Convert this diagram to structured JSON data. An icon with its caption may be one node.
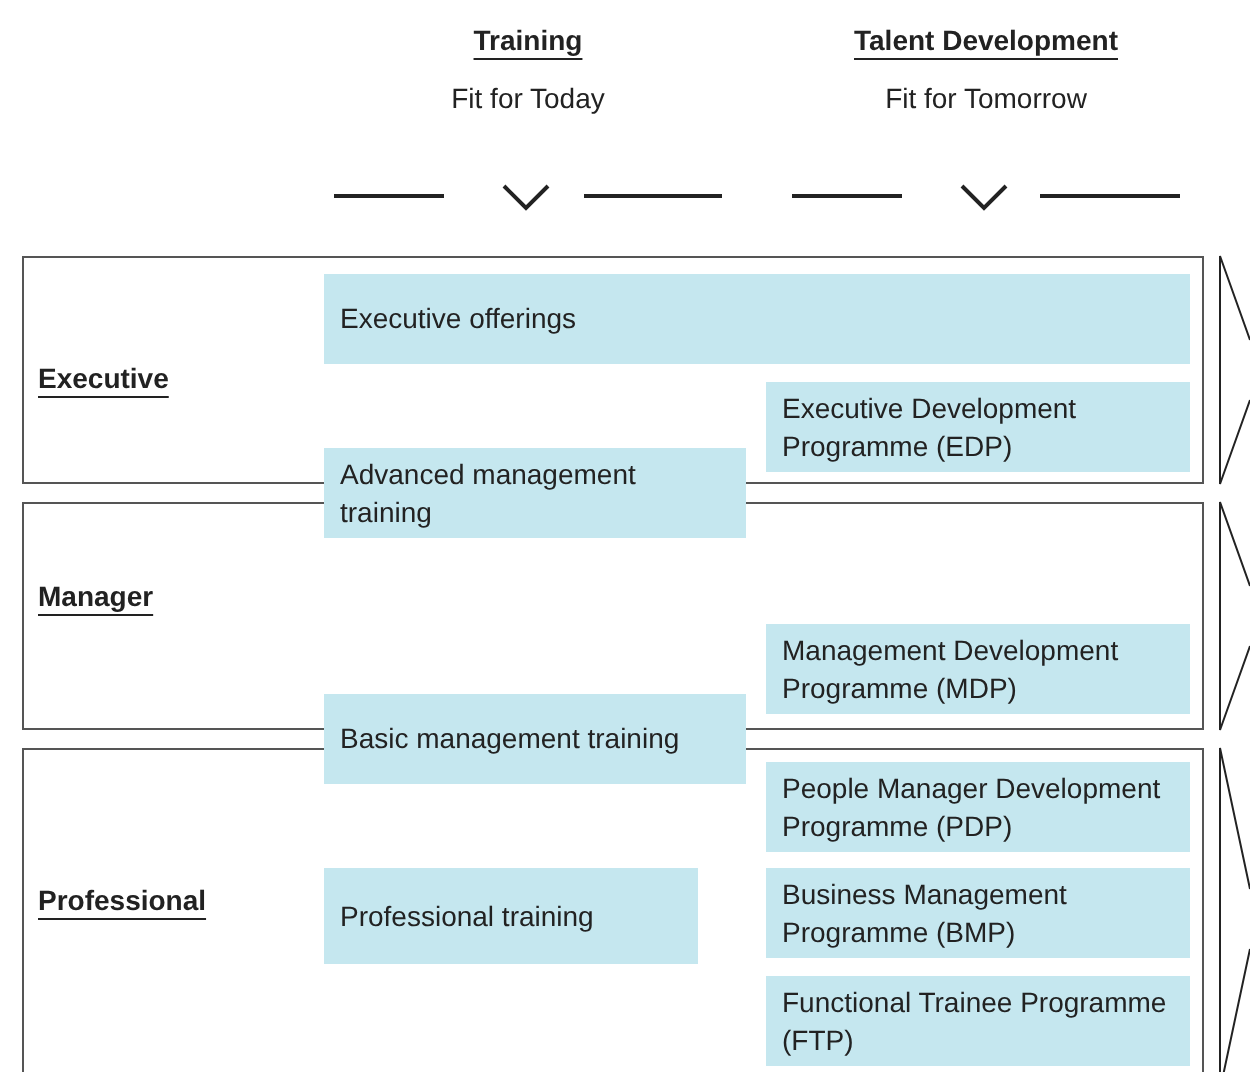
{
  "diagram": {
    "nodes": [
      {
        "text": [
          "Executive"
        ]
      },
      {
        "text": [
          "Executive offerings"
        ],
        "in": 0
      },
      {
        "text": [
          "Executive Development Programme (EDP)"
        ],
        "in": 0
      },
      {
        "text": [
          "Advanced management training"
        ]
      },
      {
        "text": [
          "Manager"
        ]
      },
      {
        "text": [
          "Management Development Programme (MDP)"
        ],
        "in": 4
      },
      {
        "text": [
          "Basic management training"
        ]
      },
      {
        "text": [
          "Professional"
        ]
      },
      {
        "text": [
          "People Manager Development Programme (PDP)"
        ],
        "in": 7
      },
      {
        "text": [
          "Professional training"
        ],
        "in": 7
      },
      {
        "text": [
          "Business Management Programme (BMP)"
        ],
        "in": 7
      },
      {
        "text": [
          "Functional Trainee Programme (FTP)"
        ],
        "in": 7
      }
    ],
    "edges": [],
    "labels": [
      "Training",
      "Fit for Today",
      "Talent Development",
      "Fit for Tomorrow"
    ]
  }
}
